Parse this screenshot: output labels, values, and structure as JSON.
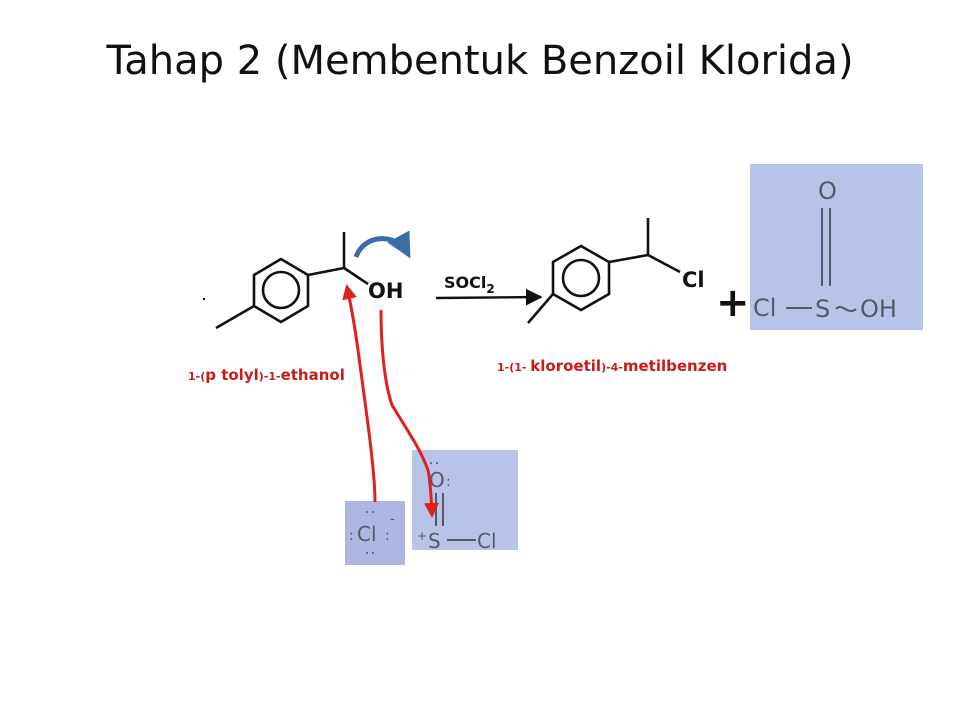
{
  "slide": {
    "title": "Tahap 2 (Membentuk Benzoil Klorida)"
  },
  "reaction": {
    "reactant_group": "OH",
    "reagent": "SOCl",
    "reagent_subscript": "2",
    "product_group": "Cl",
    "plus_sign": "+",
    "byproduct": {
      "atom_o": "O",
      "atom_cl": "Cl",
      "atom_s": "S",
      "atom_oh": "OH"
    },
    "reactant_name": {
      "prefix": "1-(",
      "main": "p tolyl",
      "suffix": ")-1-",
      "end": "ethanol"
    },
    "product_name": {
      "prefix": "1-(1- ",
      "main": "kloroetil",
      "mid": ")-4-",
      "end": "metilbenzen"
    }
  },
  "intermediates": {
    "chloride_ion": "Cl",
    "chloride_charge": "-",
    "thionyl": {
      "atom_o": "O",
      "atom_s": "S",
      "atom_cl": "Cl",
      "charge": "+"
    }
  },
  "colors": {
    "arrow_red": "#e01f1f",
    "curved_arrow_blue": "#3d6aa8",
    "photo_bg": "#b8c3ea"
  }
}
